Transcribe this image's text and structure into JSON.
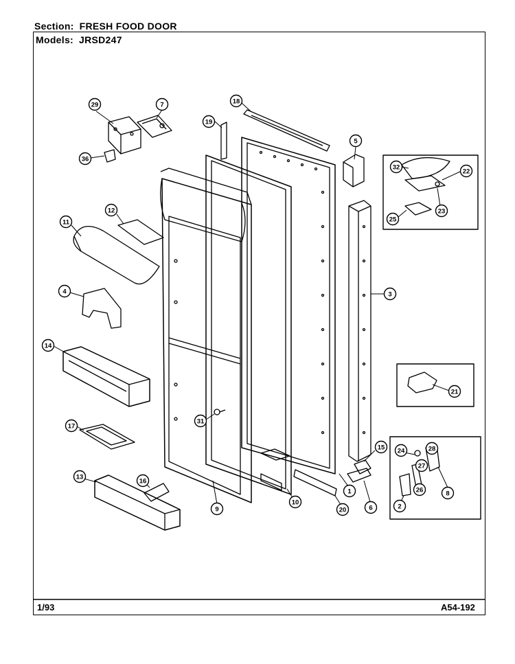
{
  "header": {
    "section_label": "Section:",
    "section_value": "FRESH FOOD DOOR",
    "models_label": "Models:",
    "models_value": "JRSD247"
  },
  "footer": {
    "date_code": "1/93",
    "page_code": "A54-192"
  },
  "callouts": [
    "29",
    "7",
    "36",
    "18",
    "19",
    "5",
    "32",
    "22",
    "23",
    "25",
    "12",
    "11",
    "4",
    "3",
    "14",
    "21",
    "31",
    "17",
    "15",
    "24",
    "28",
    "27",
    "26",
    "8",
    "2",
    "1",
    "6",
    "13",
    "16",
    "9",
    "10",
    "20"
  ]
}
